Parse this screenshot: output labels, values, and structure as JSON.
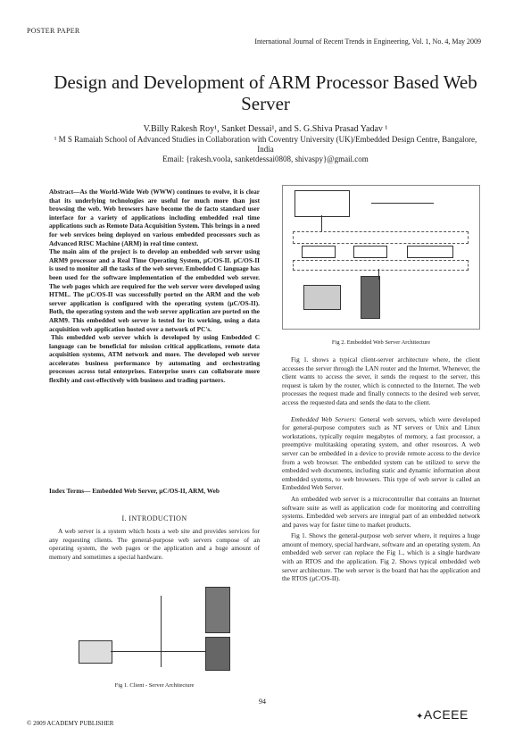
{
  "header": {
    "poster": "POSTER PAPER",
    "journal": "International Journal of Recent Trends in Engineering, Vol. 1, No. 4, May 2009"
  },
  "title": "Design and Development of ARM Processor Based Web Server",
  "authors": {
    "names": "V.Billy Rakesh Roy¹, Sanket Dessai¹, and S. G.Shiva Prasad Yadav ¹",
    "affiliation": "¹ M S Ramaiah School of Advanced Studies in Collaboration with Coventry University (UK)/Embedded Design Centre, Bangalore, India",
    "email": "Email: {rakesh.voola, sanketdessai0808, shivaspy}@gmail.com"
  },
  "abstract": {
    "p1": "Abstract—As the World-Wide Web (WWW) continues to evolve, it is clear that its underlying technologies are useful for much more than just browsing the web. Web browsers have become the de facto standard user interface for a variety of applications including embedded real time applications such as Remote Data Acquisition System. This brings in a need for web services being deployed on various embedded processors such as Advanced RISC Machine (ARM) in real time context.",
    "p2": "The main aim of the project is to develop an embedded web server using ARM9 processor and a Real Time Operating System, µC/OS-II. µC/OS-II is used to monitor all the tasks of the web server. Embedded C language has been used for the software implementation of the embedded web server. The web pages which are required for the web server were developed using HTML. The µC/OS-II was successfully ported on the ARM and the web server application is configured with the operating system (µC/OS-II). Both, the operating system and the web server application are ported on the ARM9. This embedded web server is tested for its working, using a data acquisition web application hosted over a network of PC's.",
    "p3": "This embedded web server which is developed by using Embedded C language can be beneficial for mission critical applications, remote data acquisition systems, ATM network and more. The developed web server accelerates business performance by automating and orchestrating processes across total enterprises. Enterprise users can collaborate more flexibly and cost-effectively with business and trading partners."
  },
  "index_terms": "Index Terms— Embedded Web Server, µC/OS-II, ARM, Web",
  "intro": {
    "heading": "I. INTRODUCTION",
    "p1": "A web server is a system which hosts a web site and provides services for any requesting clients. The general-purpose web servers compose of an operating system, the web pages or the application and a huge amount of memory and sometimes a special hardware."
  },
  "fig1_caption": "Fig 1. Client - Server Architecture",
  "fig2_caption": "Fig 2. Embedded Web Server Architecture",
  "right": {
    "p1": "Fig 1. shows a typical client-server architecture where, the client accesses the server through the LAN router and the Internet. Whenever, the client wants to access the sever, it sends the request to the server, this request is taken by the router, which is connected to the Internet. The web processes the request made and finally connects to the desired web server, access the requested data and sends the data to the client.",
    "p2_em": "Embedded Web Servers:",
    "p2": " General web servers, which were developed for general-purpose computers such as NT servers or Unix and Linux workstations, typically require megabytes of memory, a fast processor, a preemptive multitasking operating system, and other resources. A web server can be embedded in a device to provide remote access to the device from a web browser. The embedded system can be utilized to serve the embedded web documents, including static and dynamic information about embedded systems, to web browsers. This type of web server is called an Embedded Web Server.",
    "p3": "An embedded web server is a microcontroller that contains an Internet software suite as well as application code for monitoring and controlling systems. Embedded web servers are integral part of an embedded network and paves way for faster time to market products.",
    "p4": "Fig 1. Shows the general-purpose web server where, it requires a huge amount of memory, special hardware, software and an operating system. An embedded web server can replace the Fig 1., which is a single hardware with an RTOS and the application. Fig 2. Shows typical embedded web server architecture. The web server is the board that has the application and the RTOS (µC/OS-II)."
  },
  "page_number": "94",
  "footer": "© 2009 ACADEMY PUBLISHER",
  "publisher_logo": "ACEEE"
}
